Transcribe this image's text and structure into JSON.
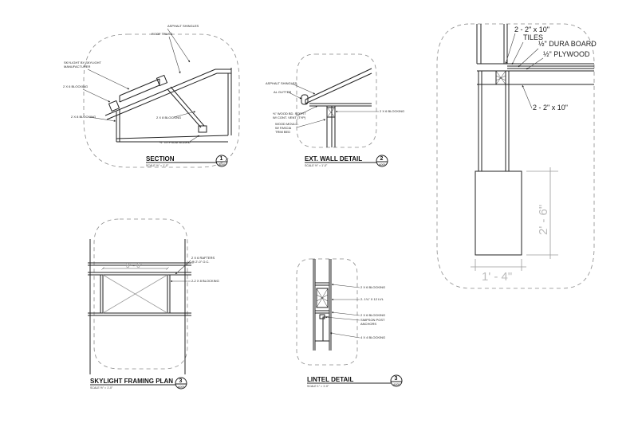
{
  "details": {
    "section": {
      "title": "SECTION",
      "scale": "SCALE ½\" = 1'-0\"",
      "number": "1",
      "sheet": "A005",
      "notes": {
        "asphalt_shingles": "ASPHALT SHINGLES",
        "roof_truss": "ROOF TRUSS",
        "skylight_line1": "SKYLIGHT BY SKYLIGHT",
        "skylight_line2": "MANUFACTURER",
        "blocking_2x6": "2 X 6 BLOCKING",
        "blocking_2x8": "2 X 8 BLOCKING",
        "blocking_2x8_b": "2 X 8 BLOCKING",
        "gypsum": "½\" GYPSUM BOARD"
      }
    },
    "ext_wall": {
      "title": "EXT. WALL DETAIL",
      "scale": "SCALE ½\" = 1'-0\"",
      "number": "2",
      "sheet": "A005",
      "notes": {
        "asphalt_shingles": "ASPHALT SHINGLES",
        "al_gutter": "AL GUTTER",
        "soffit_line1": "⅜\" WOOD BD. SOFFIT",
        "soffit_line2": "W/ CONT. VENT (TYP)",
        "mould_line1": "WOOD MOULD.",
        "mould_line2": "W/ FASCIA",
        "mould_line3": "TRIM BED",
        "blocking_2x6": "2 X 6 BLOCKING"
      }
    },
    "skylight_plan": {
      "title": "SKYLIGHT FRAMING PLAN",
      "scale": "SCALE ½\" = 1'-0\"",
      "number": "3",
      "sheet": "A005",
      "dimension": "3' - 6\"",
      "notes": {
        "rafters_line1": "2 X 6 RAFTERS",
        "rafters_line2": "@ 2'-0\" O.C.",
        "blocking_2x8": "2-2 X 8 BLOCKING"
      }
    },
    "lintel": {
      "title": "LINTEL DETAIL",
      "scale": "SCALE 1\" = 1'-0\"",
      "number": "3",
      "sheet": "A005",
      "notes": {
        "blocking_2x6_top": "2 X 6 BLOCKING",
        "lvl": "2- 1¾\" X 12 LVL",
        "blocking_2x6_mid": "2 X 6 BLOCKING",
        "simpson_line1": "SIMPSON POST",
        "simpson_line2": "ANCHORS",
        "blocking_4x4": "4 X 4 BLOCKING"
      }
    },
    "column": {
      "notes": {
        "joists_top": "2 - 2\" x 10\"",
        "tiles": "TILES",
        "dura_board": "½\" DURA BOARD",
        "plywood": "½\" PLYWOOD",
        "joists_bottom": "2 - 2\" x 10\""
      },
      "dim_height": "2' - 6\"",
      "dim_width": "1' - 4\""
    }
  }
}
